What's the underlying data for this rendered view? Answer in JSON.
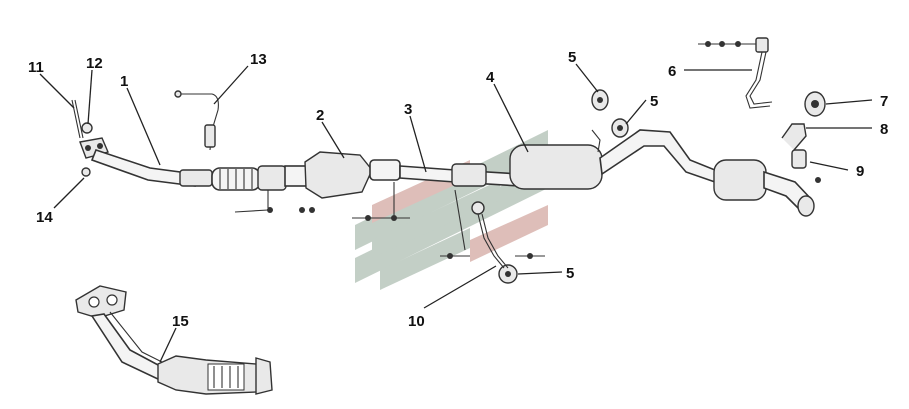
{
  "callouts": {
    "c1": "1",
    "c2": "2",
    "c3": "3",
    "c4": "4",
    "c5a": "5",
    "c5b": "5",
    "c5c": "5",
    "c6": "6",
    "c7": "7",
    "c8": "8",
    "c9": "9",
    "c10": "10",
    "c11": "11",
    "c12": "12",
    "c13": "13",
    "c14": "14",
    "c15": "15"
  },
  "colors": {
    "watermark_green": "#b9c7bd",
    "watermark_red": "#d9b3ad",
    "line": "#333333"
  }
}
